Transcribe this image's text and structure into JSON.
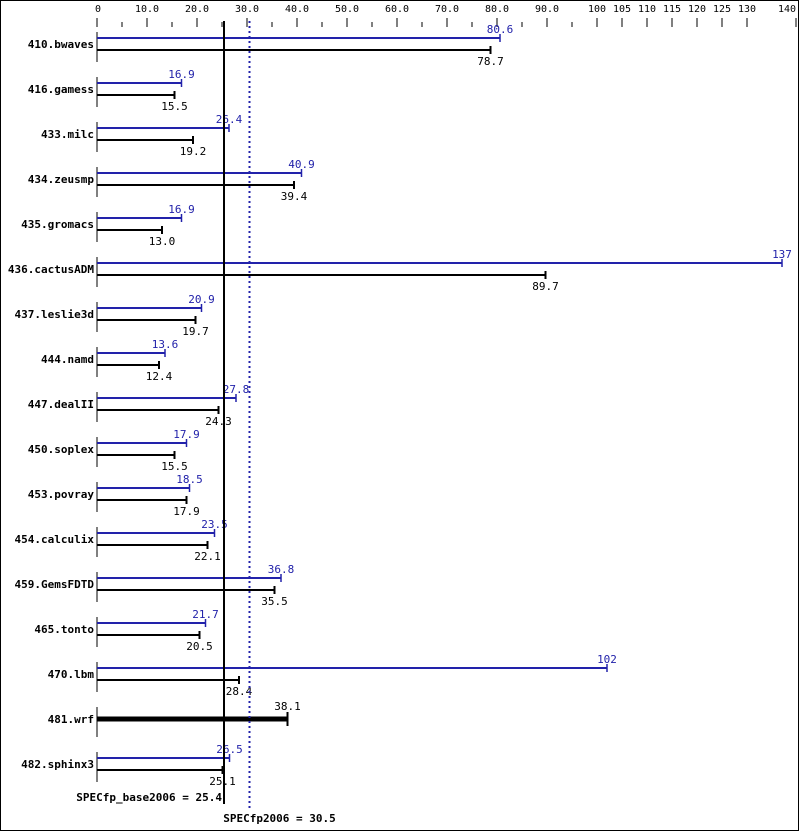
{
  "chart_data": {
    "type": "bar",
    "orientation": "horizontal",
    "axis_ticks": [
      "0",
      "10.0",
      "20.0",
      "30.0",
      "40.0",
      "50.0",
      "60.0",
      "70.0",
      "80.0",
      "90.0",
      "100",
      "105",
      "110",
      "115",
      "120",
      "125",
      "130",
      "140"
    ],
    "axis_tick_values": [
      0,
      10,
      20,
      30,
      40,
      50,
      60,
      70,
      80,
      90,
      100,
      105,
      110,
      115,
      120,
      125,
      130,
      140
    ],
    "xlim": [
      0,
      140
    ],
    "colors": {
      "peak": "#2222aa",
      "base": "#000000"
    },
    "categories": [
      "410.bwaves",
      "416.gamess",
      "433.milc",
      "434.zeusmp",
      "435.gromacs",
      "436.cactusADM",
      "437.leslie3d",
      "444.namd",
      "447.dealII",
      "450.soplex",
      "453.povray",
      "454.calculix",
      "459.GemsFDTD",
      "465.tonto",
      "470.lbm",
      "481.wrf",
      "482.sphinx3"
    ],
    "series": [
      {
        "key": "peak",
        "values": [
          80.6,
          16.9,
          26.4,
          40.9,
          16.9,
          137,
          20.9,
          13.6,
          27.8,
          17.9,
          18.5,
          23.5,
          36.8,
          21.7,
          102,
          null,
          26.5
        ],
        "labels": [
          "80.6",
          "16.9",
          "26.4",
          "40.9",
          "16.9",
          "137",
          "20.9",
          "13.6",
          "27.8",
          "17.9",
          "18.5",
          "23.5",
          "36.8",
          "21.7",
          "102",
          "",
          "26.5"
        ]
      },
      {
        "key": "base",
        "values": [
          78.7,
          15.5,
          19.2,
          39.4,
          13.0,
          89.7,
          19.7,
          12.4,
          24.3,
          15.5,
          17.9,
          22.1,
          35.5,
          20.5,
          28.4,
          38.1,
          25.1
        ],
        "labels": [
          "78.7",
          "15.5",
          "19.2",
          "39.4",
          "13.0",
          "89.7",
          "19.7",
          "12.4",
          "24.3",
          "15.5",
          "17.9",
          "22.1",
          "35.5",
          "20.5",
          "28.4",
          "38.1",
          "25.1"
        ]
      }
    ],
    "reference_lines": [
      {
        "key": "base",
        "value": 25.4,
        "label": "SPECfp_base2006 = 25.4",
        "style": "solid"
      },
      {
        "key": "peak",
        "value": 30.5,
        "label": "SPECfp2006 = 30.5",
        "style": "dotted"
      }
    ]
  }
}
